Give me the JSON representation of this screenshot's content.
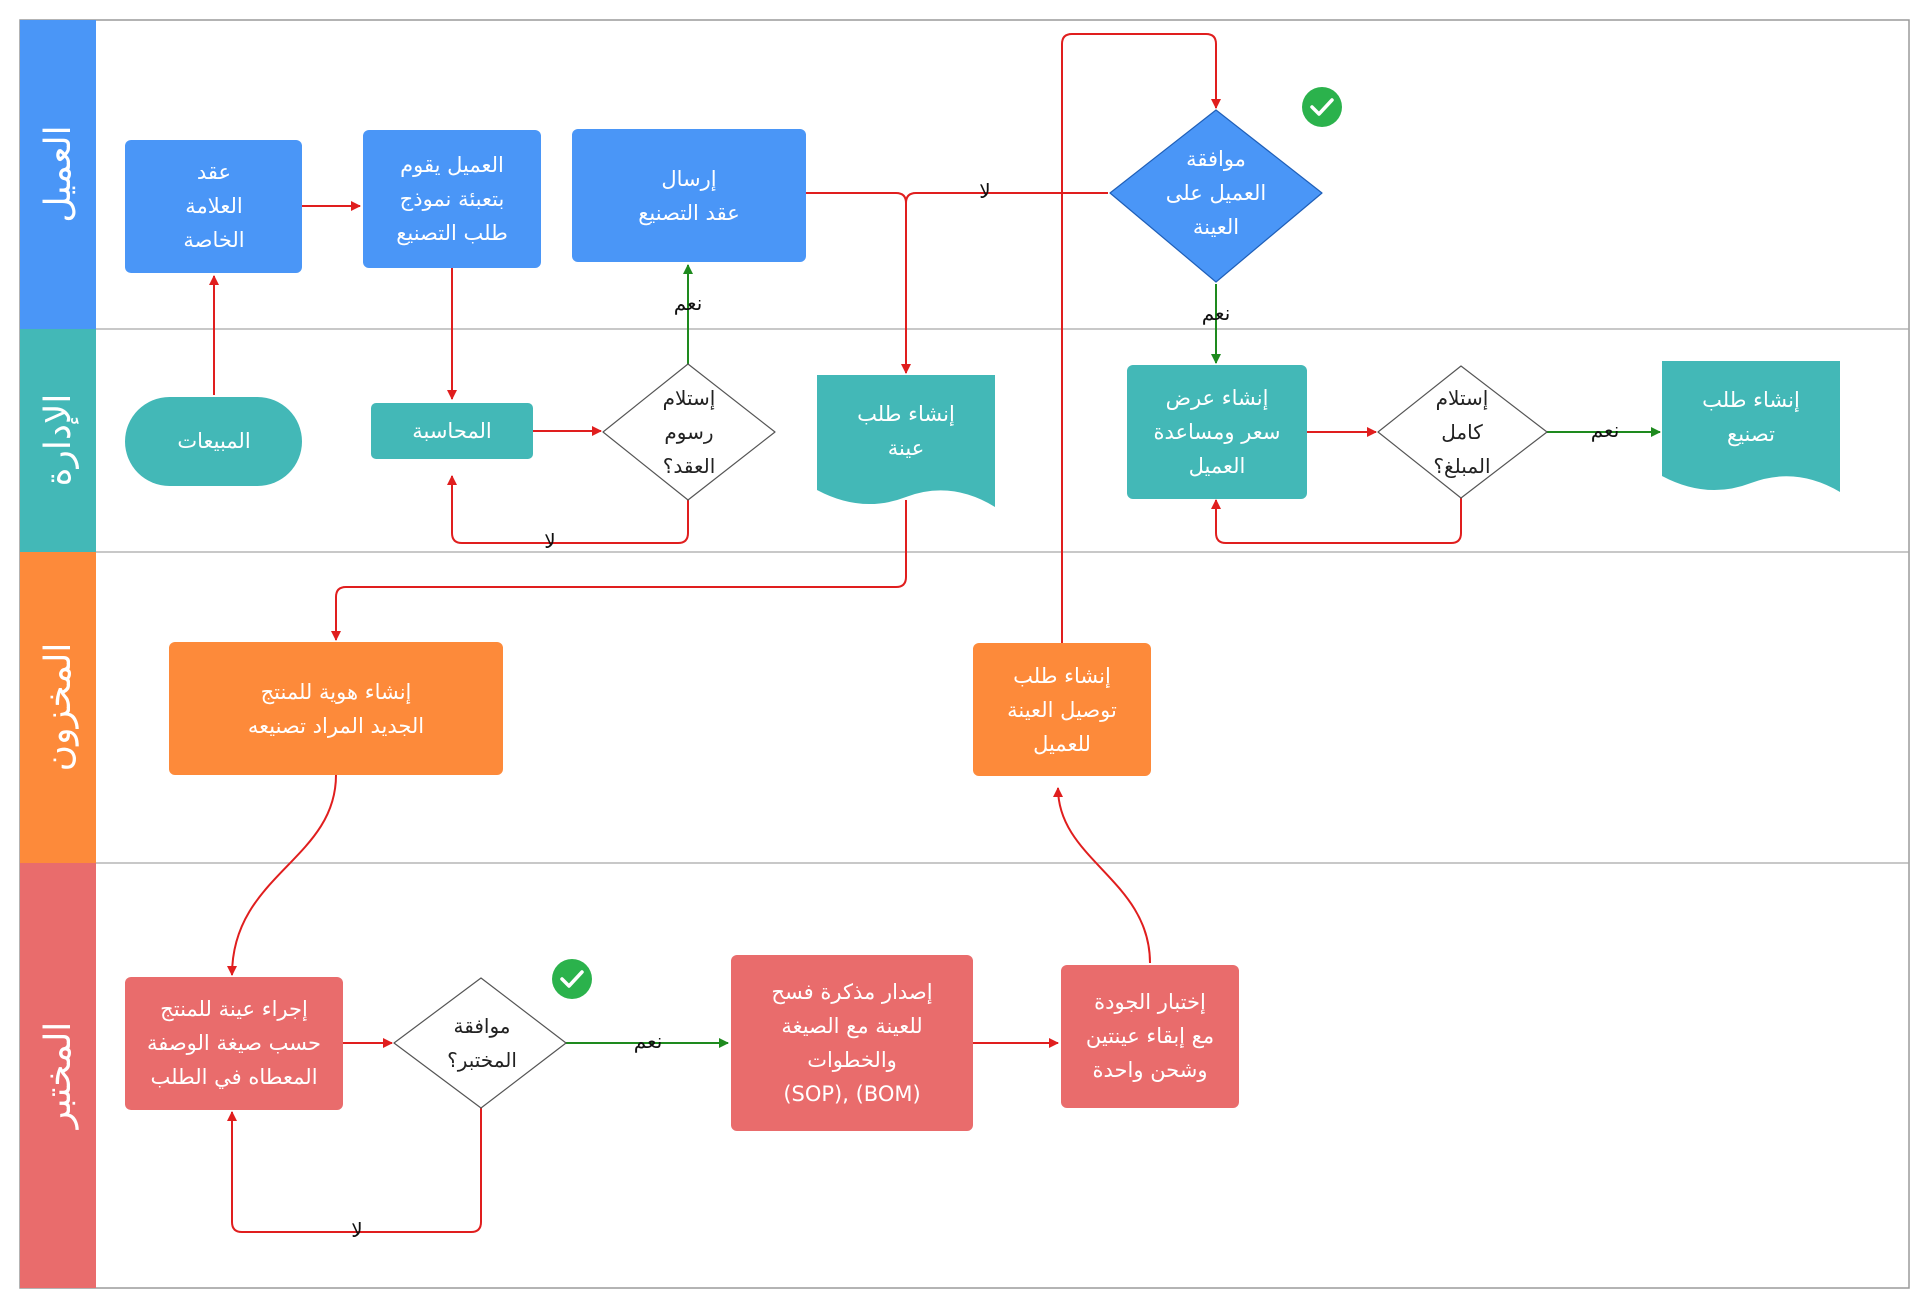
{
  "lanes": [
    {
      "id": "customer",
      "label": "العميل",
      "color": "#4A96F7"
    },
    {
      "id": "admin",
      "label": "الإدارة",
      "color": "#43B8B7"
    },
    {
      "id": "warehouse",
      "label": "المخزون",
      "color": "#FD8A3A"
    },
    {
      "id": "lab",
      "label": "المختبر",
      "color": "#E96C6C"
    }
  ],
  "nodes": {
    "brand_contract": {
      "lines": [
        "عقد",
        "العلامة",
        "الخاصة"
      ]
    },
    "fill_form": {
      "lines": [
        "العميل يقوم",
        "بتعبئة نموذج",
        "طلب التصنيع"
      ]
    },
    "send_contract": {
      "lines": [
        "إرسال",
        "عقد التصنيع"
      ]
    },
    "customer_approval": {
      "lines": [
        "موافقة",
        "العميل على",
        "العينة"
      ]
    },
    "sales": {
      "lines": [
        "المبيعات"
      ]
    },
    "accounting": {
      "lines": [
        "المحاسبة"
      ]
    },
    "contract_fees": {
      "lines": [
        "إستلام",
        "رسوم",
        "العقد؟"
      ]
    },
    "sample_request": {
      "lines": [
        "إنشاء طلب",
        "عينة"
      ]
    },
    "price_offer": {
      "lines": [
        "إنشاء عرض",
        "سعر ومساعدة",
        "العميل"
      ]
    },
    "full_amount": {
      "lines": [
        "إستلام",
        "كامل",
        "المبلغ؟"
      ]
    },
    "manufacturing_request": {
      "lines": [
        "إنشاء طلب",
        "تصنيع"
      ]
    },
    "product_identity": {
      "lines": [
        "إنشاء هوية للمنتج",
        "الجديد المراد تصنيعه"
      ]
    },
    "delivery_request": {
      "lines": [
        "إنشاء طلب",
        "توصيل العينة",
        "للعميل"
      ]
    },
    "make_sample": {
      "lines": [
        "إجراء عينة للمنتج",
        "حسب صيغة الوصفة",
        "المعطاه في الطلب"
      ]
    },
    "lab_approval": {
      "lines": [
        "موافقة",
        "المختبر؟"
      ]
    },
    "release_memo": {
      "lines": [
        "إصدار مذكرة فسح",
        "للعينة مع الصيغة",
        "والخطوات",
        "(SOP), (BOM)"
      ]
    },
    "quality_test": {
      "lines": [
        "إختبار الجودة",
        "مع إبقاء عينتين",
        "وشحن واحدة"
      ]
    }
  },
  "edge_labels": {
    "yes": "نعم",
    "no": "لا"
  },
  "colors": {
    "yes_arrow": "#1E8A1E",
    "no_arrow": "#E01E1E",
    "check_badge": "#2BB24C"
  }
}
